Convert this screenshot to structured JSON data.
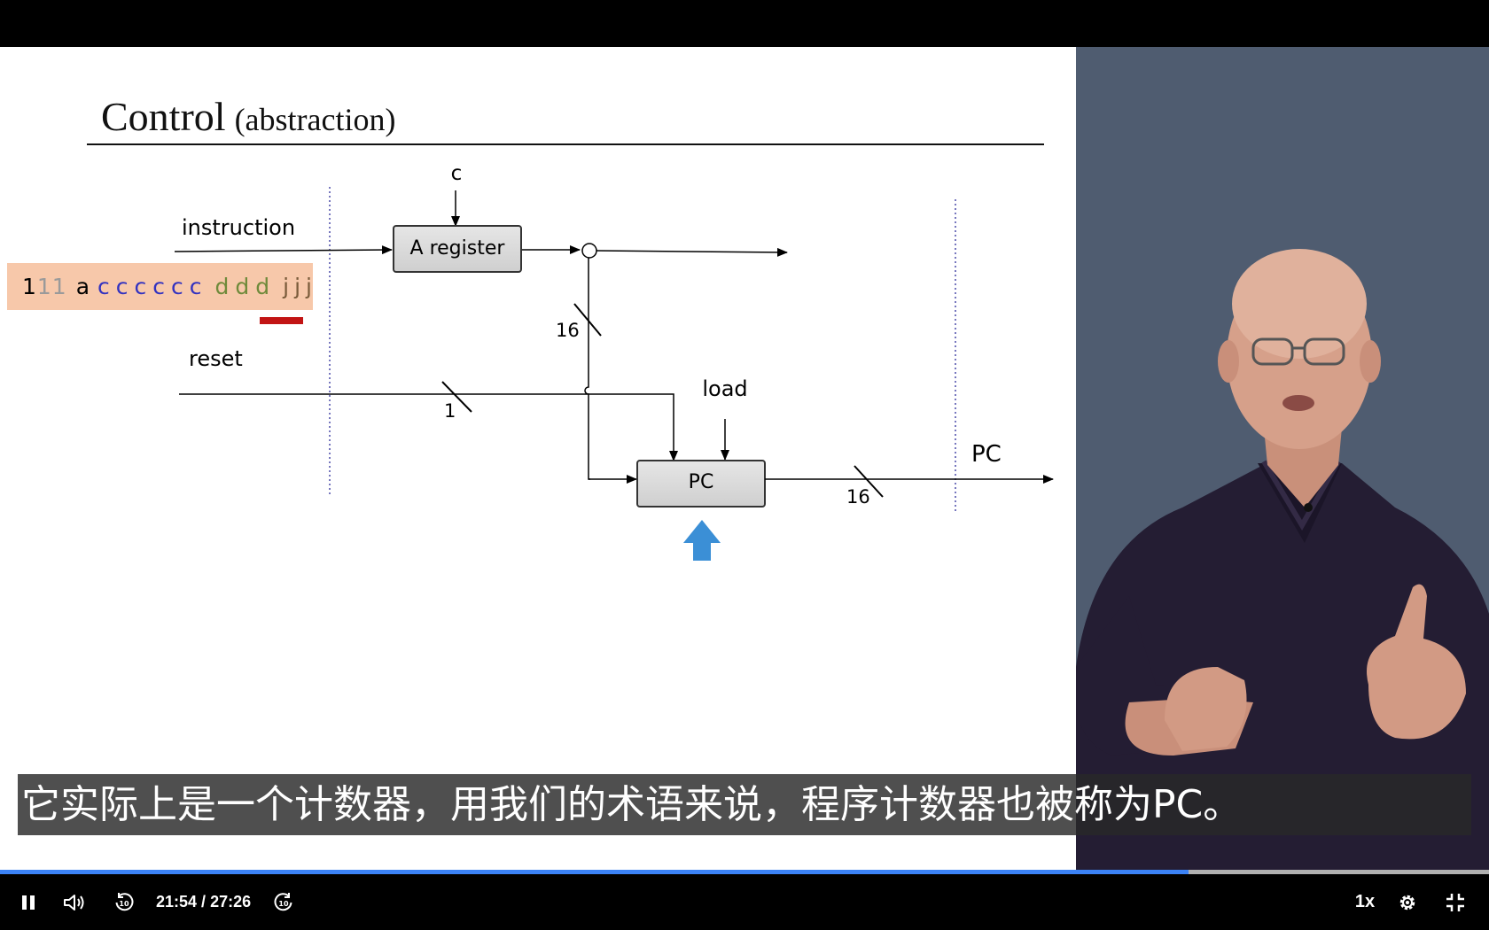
{
  "slide": {
    "title": "Control",
    "title_sub": "(abstraction)",
    "labels": {
      "c": "c",
      "instruction": "instruction",
      "a_register": "A register",
      "sixteen_a": "16",
      "reset": "reset",
      "one": "1",
      "load": "load",
      "pc_box": "PC",
      "sixteen_b": "16",
      "pc_out": "PC"
    },
    "instruction_bits": {
      "one": "1",
      "op": "11",
      "a": "a",
      "c": "cccccc",
      "d": "ddd",
      "j": "jjj"
    }
  },
  "subtitle": "它实际上是一个计数器，用我们的术语来说，程序计数器也被称为PC。",
  "player": {
    "current_time": "21:54",
    "separator": " / ",
    "duration": "27:26",
    "progress": 0.798,
    "speed": "1x",
    "icons": [
      "pause-icon",
      "volume-icon",
      "rewind-10-icon",
      "forward-10-icon",
      "settings-icon",
      "exit-fullscreen-icon"
    ],
    "progress_color": "#3b82f6"
  }
}
